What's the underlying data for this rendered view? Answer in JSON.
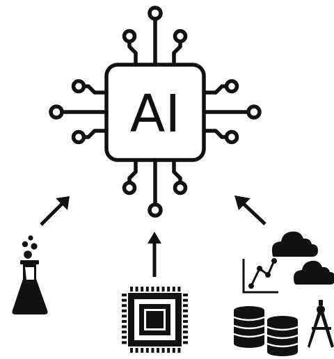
{
  "ai_chip": {
    "label": "AI"
  },
  "inputs": [
    {
      "name": "science",
      "icon": "flask-icon"
    },
    {
      "name": "hardware",
      "icon": "cpu-chip-icon"
    },
    {
      "name": "data",
      "icon": "cloud-data-icon"
    }
  ],
  "colors": {
    "ink": "#111111",
    "background": "#ffffff"
  }
}
